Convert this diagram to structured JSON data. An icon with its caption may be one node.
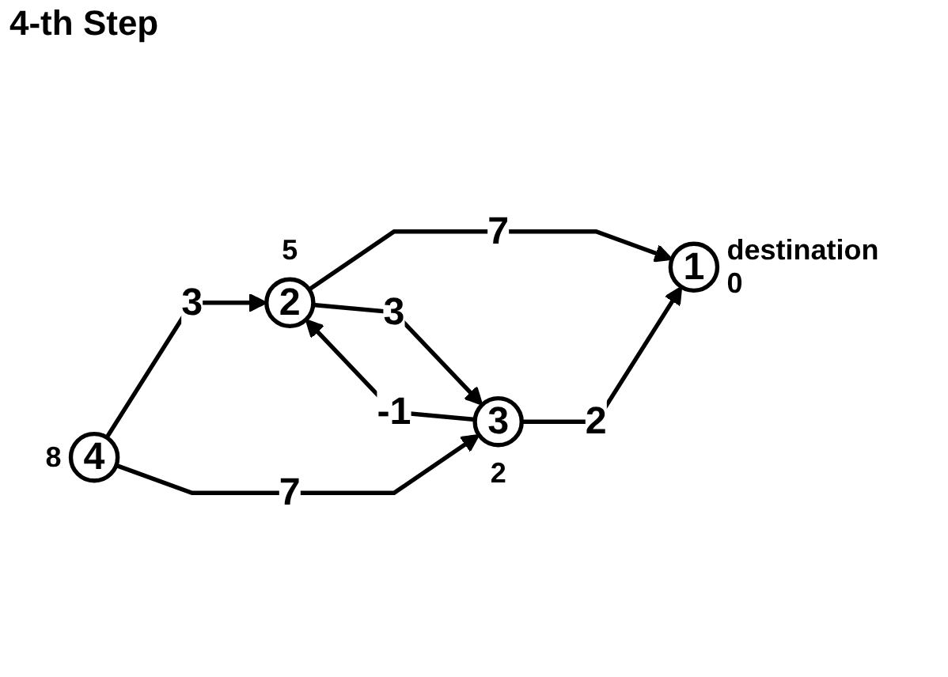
{
  "diagram": {
    "title": "4-th Step",
    "nodes": [
      {
        "text": [
          "4"
        ],
        "beside": [
          "8"
        ]
      },
      {
        "text": [
          "2"
        ],
        "beside": [
          "5"
        ]
      },
      {
        "text": [
          "3"
        ],
        "beside": [
          "2"
        ]
      },
      {
        "text": [
          "1"
        ],
        "beside": [
          "destination",
          "0"
        ]
      }
    ],
    "edges": [
      {
        "from": 0,
        "to": 1,
        "arrow": "to",
        "label": "3"
      },
      {
        "from": 0,
        "to": 2,
        "arrow": "to",
        "label": "7"
      },
      {
        "from": 1,
        "to": 3,
        "arrow": "to",
        "label": "7"
      },
      {
        "from": 2,
        "to": 3,
        "arrow": "to",
        "label": "2"
      },
      {
        "from": 1,
        "to": 2,
        "arrow": "to",
        "label": "3"
      },
      {
        "from": 2,
        "to": 1,
        "arrow": "to",
        "label": "-1"
      }
    ]
  }
}
